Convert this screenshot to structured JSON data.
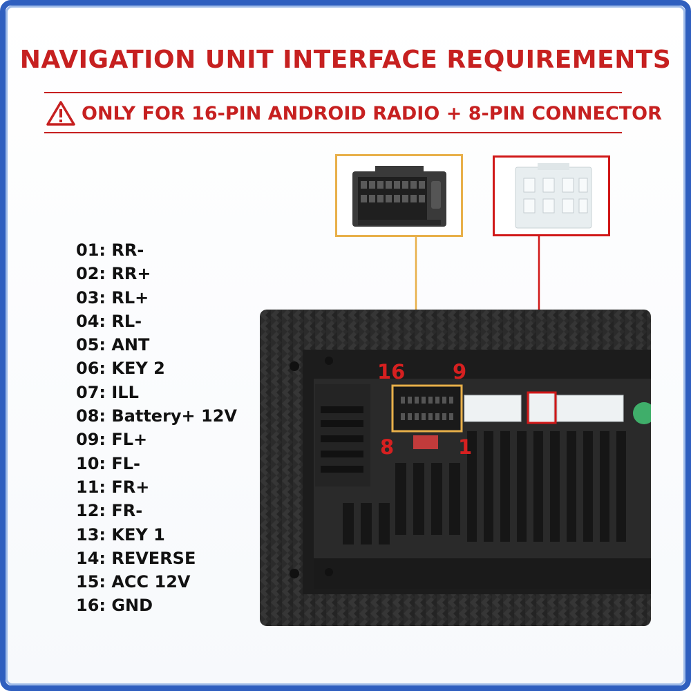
{
  "title": "NAVIGATION UNIT INTERFACE REQUIREMENTS",
  "subtitle": "ONLY FOR 16-PIN ANDROID RADIO + 8-PIN CONNECTOR",
  "pins": [
    "01: RR-",
    "02: RR+",
    "03: RL+",
    "04: RL-",
    "05: ANT",
    "06: KEY 2",
    "07: ILL",
    "08: Battery+ 12V",
    "09: FL+",
    "10: FL-",
    "11: FR+",
    "12: FR-",
    "13: KEY 1",
    "14: REVERSE",
    "15: ACC 12V",
    "16: GND"
  ],
  "pin_numbers": {
    "top_left": "16",
    "top_right": "9",
    "bottom_left": "8",
    "bottom_right": "1"
  },
  "colors": {
    "accent_red": "#c62020",
    "callout_orange": "#e8b04a",
    "callout_red": "#d01818",
    "frame_blue": "#2f5fbf"
  },
  "icons": [
    "warning-triangle-icon"
  ]
}
